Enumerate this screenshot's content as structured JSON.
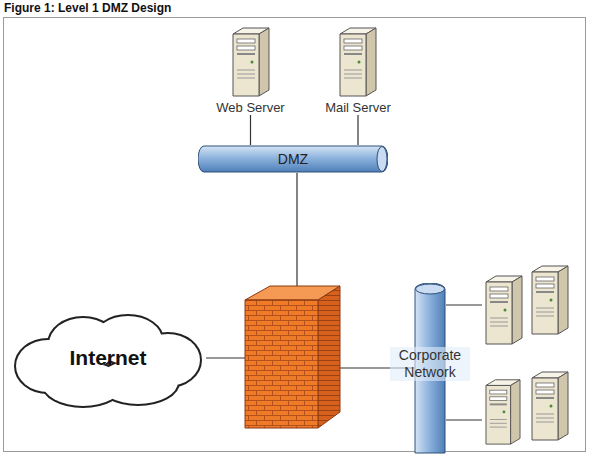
{
  "diagram": {
    "title": "Figure 1: Level 1 DMZ Design",
    "nodes": [
      {
        "text": [
          "Web Server"
        ]
      },
      {
        "text": [
          "Mail Server"
        ]
      },
      {
        "text": [
          "DMZ"
        ]
      },
      {
        "text": [
          "Internet"
        ]
      },
      {
        "text": [
          "Corporate Network"
        ]
      }
    ],
    "edges": [
      {
        "from": 0,
        "to": 2,
        "arrow": "none"
      },
      {
        "from": 1,
        "to": 2,
        "arrow": "none"
      }
    ]
  }
}
